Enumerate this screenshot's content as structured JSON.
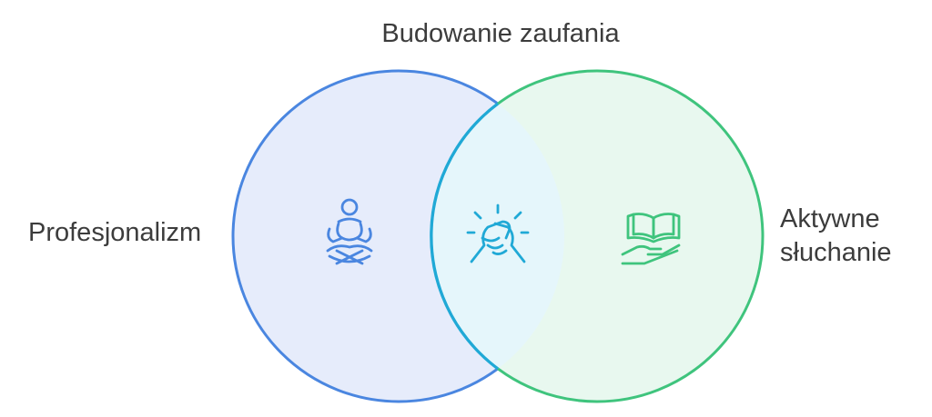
{
  "diagram": {
    "title": "Budowanie zaufania",
    "left_set": {
      "label": "Profesjonalizm",
      "icon": "meditation-person-icon",
      "stroke_color": "#4a86e0",
      "fill_color": "#e6ecfb"
    },
    "right_set": {
      "label_line1": "Aktywne",
      "label_line2": "słuchanie",
      "icon": "open-book-hand-icon",
      "stroke_color": "#3fc47d",
      "fill_color": "#e8f8ef"
    },
    "intersection": {
      "icon": "handshake-icon",
      "stroke_color": "#20a9d6",
      "fill_color": "#e5f6fb"
    }
  }
}
